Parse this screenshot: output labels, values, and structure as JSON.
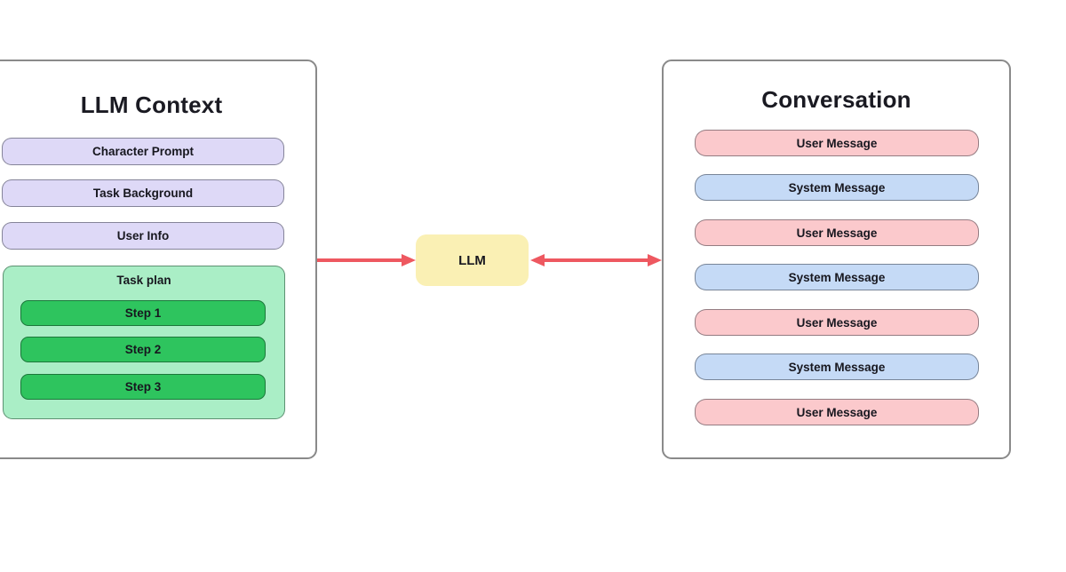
{
  "left_panel": {
    "title": "LLM Context",
    "context_items": [
      "Character Prompt",
      "Task Background",
      "User Info"
    ],
    "task_plan": {
      "title": "Task plan",
      "steps": [
        "Step 1",
        "Step 2",
        "Step 3"
      ]
    }
  },
  "llm_node": {
    "label": "LLM"
  },
  "right_panel": {
    "title": "Conversation",
    "messages": [
      {
        "type": "user",
        "label": "User Message"
      },
      {
        "type": "system",
        "label": "System Message"
      },
      {
        "type": "user",
        "label": "User Message"
      },
      {
        "type": "system",
        "label": "System Message"
      },
      {
        "type": "user",
        "label": "User Message"
      },
      {
        "type": "system",
        "label": "System Message"
      },
      {
        "type": "user",
        "label": "User Message"
      }
    ]
  },
  "colors": {
    "context_item_fill": "#ded9f7",
    "task_plan_fill": "#aaeec6",
    "step_fill": "#2ec45e",
    "llm_fill": "#faf0b4",
    "user_msg_fill": "#fbc9cc",
    "system_msg_fill": "#c5daf6",
    "arrow_color": "#ee5860",
    "panel_border": "#8a8a8a"
  }
}
